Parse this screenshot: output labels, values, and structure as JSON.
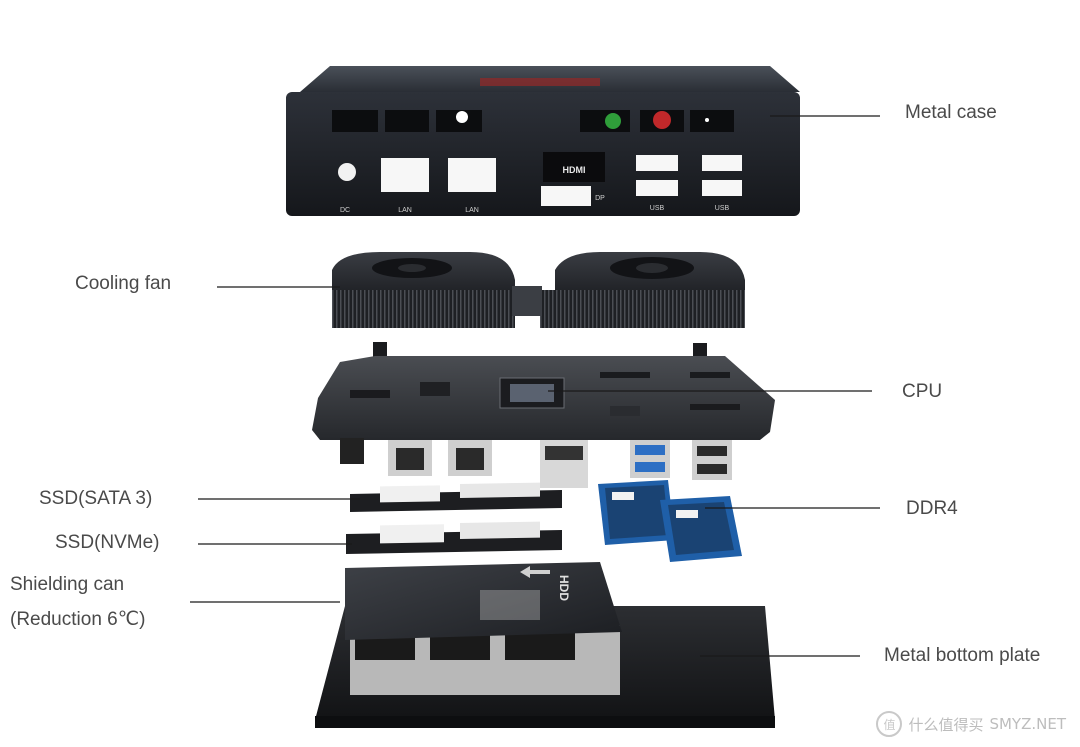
{
  "labels": {
    "metal_case": "Metal case",
    "cooling_fan": "Cooling fan",
    "cpu": "CPU",
    "ssd_sata": "SSD(SATA 3)",
    "ddr4": "DDR4",
    "ssd_nvme": "SSD(NVMe)",
    "shielding_line1": "Shielding can",
    "shielding_line2": "(Reduction 6℃)",
    "metal_bottom_plate": "Metal bottom plate"
  },
  "ports": {
    "dc": "DC",
    "lan1": "LAN",
    "lan2": "LAN",
    "hdmi": "HDMI",
    "dp": "DP",
    "usb1": "USB",
    "usb2": "USB"
  },
  "shield_text": {
    "hdd": "HDD"
  },
  "watermark": {
    "icon": "值",
    "text": "什么值得买",
    "site": "SMYZ.NET"
  },
  "colors": {
    "line": "#1a1a1a",
    "label": "#4a4a4a",
    "case": "#2b2f36",
    "board": "#33363b",
    "ram": "#1f5fa8"
  }
}
